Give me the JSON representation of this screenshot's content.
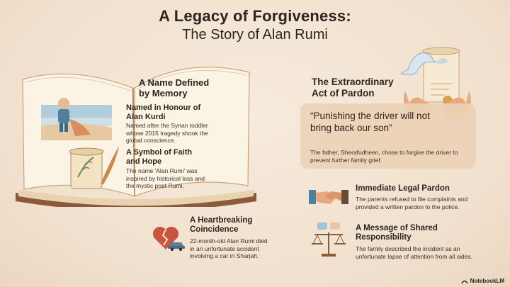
{
  "title": {
    "line1": "A Legacy of Forgiveness:",
    "line2": "The Story of Alan Rumi"
  },
  "book": {
    "heading": "A Name Defined by Memory",
    "section1": {
      "heading": "Named in Honour of Alan Kurdi",
      "text": "Named after the Syrian toddler whose 2015 tragedy shook the global conscience."
    },
    "section2": {
      "heading": "A Symbol of Faith and Hope",
      "text": "The name 'Alan Rumi' was inspired by historical loss and the mystic poet Rumi."
    }
  },
  "coincidence": {
    "heading": "A Heartbreaking Coincidence",
    "text": "22-month-old Alan Rumi died in an unfortunate accident involving a car in Sharjah."
  },
  "pardon": {
    "heading": "The Extraordinary Act of Pardon",
    "quote": "“Punishing the driver will not bring back our son”",
    "text": "The father, Sherafudheen, chose to forgive the driver to prevent further family grief."
  },
  "legal": {
    "heading": "Immediate Legal Pardon",
    "text": "The parents refused to file complaints and provided a written pardon to the police."
  },
  "shared": {
    "heading": "A Message of Shared Responsibility",
    "text": "The family described the incident as an unfortunate lapse of attention from all sides."
  },
  "brand": "NotebookLM",
  "colors": {
    "background": "#f3e4d3",
    "accent_brown": "#8a5a3a",
    "heart": "#c8553d",
    "card": "#ecd2b6",
    "sky": "#9fc3d8"
  },
  "icons": [
    "toddler-illustration",
    "scroll-quill-icon",
    "broken-heart-icon",
    "car-icon",
    "dove-scroll-icon",
    "handshake-icon",
    "scales-icon",
    "notebooklm-logo-icon"
  ]
}
